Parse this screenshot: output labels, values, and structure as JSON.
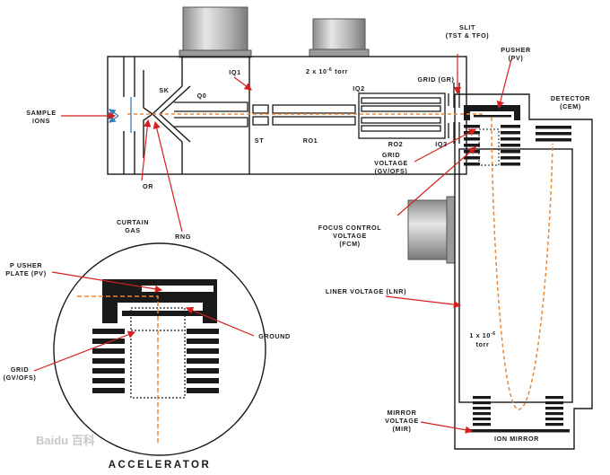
{
  "labels": {
    "sample_ions_1": "SAMPLE",
    "sample_ions_2": "IONS",
    "sk": "SK",
    "q0": "Q0",
    "iq1": "IQ1",
    "pressure_top_base": "2 x 10",
    "pressure_top_exp": "-6",
    "pressure_top_unit": "torr",
    "iq2": "IQ2",
    "grid_gr": "GRID (GR)",
    "slit_1": "SLIT",
    "slit_2": "(TST & TFO)",
    "pusher_1": "PUSHER",
    "pusher_2": "(PV)",
    "detector_1": "DETECTOR",
    "detector_2": "(CEM)",
    "st": "ST",
    "ro1": "RO1",
    "ro2": "RO2",
    "iq3": "IQ3",
    "or": "OR",
    "grid_voltage_1": "GRID",
    "grid_voltage_2": "VOLTAGE",
    "grid_voltage_3": "(GV/OFS)",
    "curtain_gas_1": "CURTAIN",
    "curtain_gas_2": "GAS",
    "rng": "RNG",
    "focus_control_1": "FOCUS CONTROL",
    "focus_control_2": "VOLTAGE",
    "focus_control_3": "(FCM)",
    "liner_voltage": "LINER VOLTAGE (LNR)",
    "pressure_tof_base": "1 x 10",
    "pressure_tof_exp": "-6",
    "pressure_tof_unit": "torr",
    "mirror_voltage_1": "MIRROR",
    "mirror_voltage_2": "VOLTAGE",
    "mirror_voltage_3": "(MIR)",
    "ion_mirror": "ION MIRROR",
    "pusher_plate_1": "P USHER",
    "pusher_plate_2": "PLATE (PV)",
    "ground": "GROUND",
    "grid_inset_1": "GRID",
    "grid_inset_2": "(GV/OFS)",
    "accelerator": "ACCELERATOR",
    "watermark": "Baidu 百科"
  },
  "colors": {
    "line": "#1a1a1a",
    "ion_path": "#e8883a",
    "pointer": "#d61e1e",
    "ion_arrow": "#3a7fc0",
    "pump": "#b9b9b9"
  }
}
